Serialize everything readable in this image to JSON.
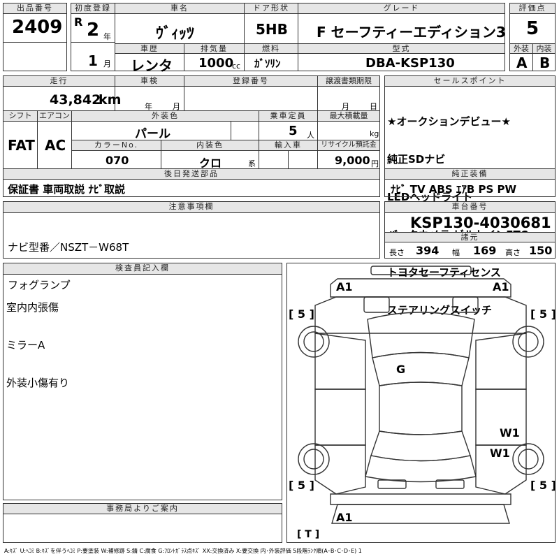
{
  "header": {
    "lot_label": "出品番号",
    "lot_value": "2409",
    "first_reg_label": "初度登録",
    "era": "R",
    "year_num": "2",
    "year_unit": "年",
    "month_num": "1",
    "month_unit": "月",
    "car_name_label": "車名",
    "car_name": "ｳﾞｨｯﾂ",
    "door_label": "ドア形状",
    "door_value": "5HB",
    "grade_label": "グレード",
    "grade_value": "F セーフティーエディション3",
    "score_label": "評価点",
    "score_value": "5",
    "history_label": "車歴",
    "history_value": "レンタ",
    "displacement_label": "排気量",
    "displacement_value": "1000",
    "displacement_unit": "cc",
    "fuel_label": "燃料",
    "fuel_value": "ｶﾞｿﾘﾝ",
    "model_label": "型式",
    "model_value": "DBA-KSP130",
    "exterior_label": "外装",
    "exterior_value": "A",
    "interior_label": "内装",
    "interior_value": "B"
  },
  "row2": {
    "mileage_label": "走行",
    "mileage_value": "43,842",
    "mileage_unit": "km",
    "inspection_label": "車検",
    "inspection_year": "年",
    "inspection_month": "月",
    "regnum_label": "登録番号",
    "transfer_label": "譲渡書類期限",
    "transfer_month": "月",
    "transfer_day": "日",
    "shift_label": "シフト",
    "shift_value": "FAT",
    "ac_label": "エアコン",
    "ac_value": "AC",
    "color_label": "外装色",
    "color_value": "パール",
    "capacity_label": "乗車定員",
    "capacity_value": "5",
    "capacity_unit": "人",
    "load_label": "最大積載量",
    "load_unit": "kg",
    "colorno_label": "カラーNo.",
    "colorno_value": "070",
    "intcolor_label": "内装色",
    "intcolor_value": "クロ",
    "intcolor_unit": "系",
    "import_label": "輸入車",
    "recycle_label": "リサイクル預託金",
    "recycle_value": "9,000",
    "recycle_unit": "円",
    "later_label": "後日発送部品",
    "later_value": "保証書 車両取説 ﾅﾋﾞ取説"
  },
  "sales": {
    "label": "セールスポイント",
    "lines": [
      "★オークションデビュー★",
      "純正SDナビ",
      "LEDヘッドライト",
      "バックカメラ ビルトインETC",
      "トヨタセーフティセンス",
      "ステアリングスイッチ"
    ],
    "equip_label": "純正装備",
    "equip_value": "ﾅﾋﾞ TV ABS ｴｱB PS PW"
  },
  "caution": {
    "label": "注意事項欄",
    "lines": [
      "ナビ型番／NSZT－W68T",
      "フォグランプ"
    ]
  },
  "chassis": {
    "label": "車台番号",
    "value": "KSP130-4030681",
    "specs_label": "諸元",
    "length_label": "長さ",
    "length_value": "394",
    "width_label": "幅",
    "width_value": "169",
    "height_label": "高さ",
    "height_value": "150"
  },
  "inspector": {
    "label": "検査員記入欄",
    "lines": [
      "室内内張傷",
      "ミラーA",
      "外装小傷有り"
    ]
  },
  "office": {
    "label": "事務局よりご案内"
  },
  "diagram": {
    "marks": [
      "A1",
      "A1",
      "[ 5 ]",
      "[ 5 ]",
      "G",
      "W1",
      "W1",
      "[ 5 ]",
      "[ 5 ]",
      "A1",
      "[ T ]"
    ]
  },
  "footer": {
    "legend": "A:ｷｽﾞ U:ﾍｺﾐ B:ｷｽﾞを伴うﾍｺﾐ P:要塗装 W:補修跡 S:錆 C:腐食 G:ﾌﾛﾝﾄｶﾞﾗｽ点ｷｽﾞ XX:交換済み X:要交換 内･外装評価 5段階ﾗﾝｸ順(A･B･C･D･E) 1"
  }
}
